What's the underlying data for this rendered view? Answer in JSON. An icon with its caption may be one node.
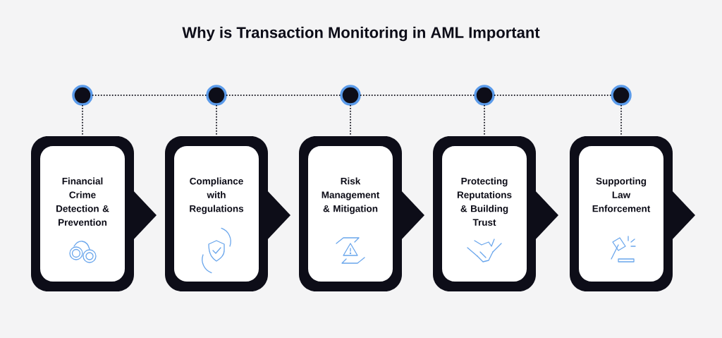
{
  "diagram": {
    "title": "Why is Transaction Monitoring in AML Important",
    "nodes": [
      {
        "text": [],
        "shape": "circle"
      },
      {
        "text": [],
        "shape": "circle"
      },
      {
        "text": [],
        "shape": "circle"
      },
      {
        "text": [],
        "shape": "circle"
      },
      {
        "text": [],
        "shape": "circle"
      },
      {
        "text": [
          "Financial Crime Detection & Prevention"
        ]
      },
      {
        "text": [
          "Compliance with Regulations"
        ]
      },
      {
        "text": [
          "Risk Management & Mitigation"
        ]
      },
      {
        "text": [
          "Protecting Reputations & Building Trust"
        ]
      },
      {
        "text": [
          "Supporting Law Enforcement"
        ]
      }
    ],
    "edges": [
      {
        "from": 0,
        "to": 1,
        "arrow": "none",
        "style": "dashed"
      },
      {
        "from": 1,
        "to": 2,
        "arrow": "none",
        "style": "dashed"
      },
      {
        "from": 2,
        "to": 3,
        "arrow": "none",
        "style": "dashed"
      },
      {
        "from": 3,
        "to": 4,
        "arrow": "none",
        "style": "dashed"
      },
      {
        "from": 0,
        "to": 5,
        "arrow": "none",
        "style": "dashed"
      },
      {
        "from": 1,
        "to": 6,
        "arrow": "none",
        "style": "dashed"
      },
      {
        "from": 2,
        "to": 7,
        "arrow": "none",
        "style": "dashed"
      },
      {
        "from": 3,
        "to": 8,
        "arrow": "none",
        "style": "dashed"
      },
      {
        "from": 4,
        "to": 9,
        "arrow": "none",
        "style": "dashed"
      }
    ]
  }
}
